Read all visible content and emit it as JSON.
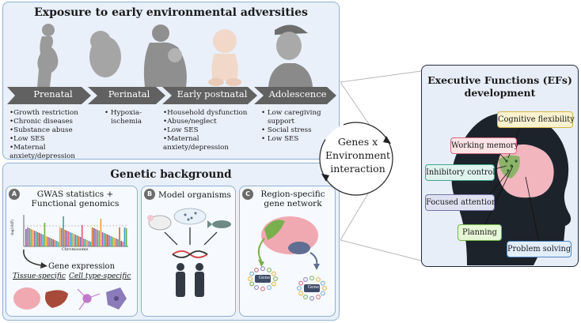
{
  "exposure": {
    "title": "Exposure to early environmental adversities",
    "stages": [
      {
        "label": "Prenatal",
        "items": [
          "Growth restriction",
          "Chronic diseases",
          "Substance abuse",
          "Low SES",
          "Maternal anxiety/depression"
        ]
      },
      {
        "label": "Perinatal",
        "items": [
          "Hypoxia-",
          "ischemia"
        ]
      },
      {
        "label": "Early postnatal",
        "items": [
          "Household dysfunction",
          "Abuse/neglect",
          "Low SES",
          "Maternal anxiety/depression"
        ]
      },
      {
        "label": "Adolescence",
        "items": [
          "Low caregiving",
          "support",
          "Social stress",
          "Low SES"
        ]
      }
    ]
  },
  "genetic": {
    "title": "Genetic background",
    "panels": [
      {
        "letter": "A",
        "title_lines": [
          "GWAS statistics +",
          "Functional genomics"
        ],
        "axis_y": "-log10(P)",
        "axis_x": "Chromosome",
        "expression": "Gene expression",
        "tissue": "Tissue-specific",
        "celltype": "Cell type-specific"
      },
      {
        "letter": "B",
        "title_lines": [
          "Model organisms"
        ]
      },
      {
        "letter": "C",
        "title_lines": [
          "Region-specific",
          "gene network"
        ],
        "gene_labels": [
          "Gene",
          "Gene"
        ]
      }
    ]
  },
  "interaction": {
    "lines": [
      "Genes x",
      "Environment",
      "interaction"
    ]
  },
  "ef": {
    "title_lines": [
      "Executive Functions (EFs)",
      "development"
    ],
    "functions": [
      {
        "label": "Cognitive flexibility",
        "fill": "#fbf3d0",
        "border": "#d8b24a"
      },
      {
        "label": "Working memory",
        "fill": "#fbe3e6",
        "border": "#d46a7b"
      },
      {
        "label": "Inhibitory control",
        "fill": "#dff3ee",
        "border": "#3fa88d"
      },
      {
        "label": "Focused attention",
        "fill": "#dfe1f0",
        "border": "#6f73a8"
      },
      {
        "label": "Planning",
        "fill": "#e7f6d6",
        "border": "#6fb548"
      },
      {
        "label": "Problem solving",
        "fill": "#e2eefb",
        "border": "#4b86c6"
      }
    ]
  }
}
